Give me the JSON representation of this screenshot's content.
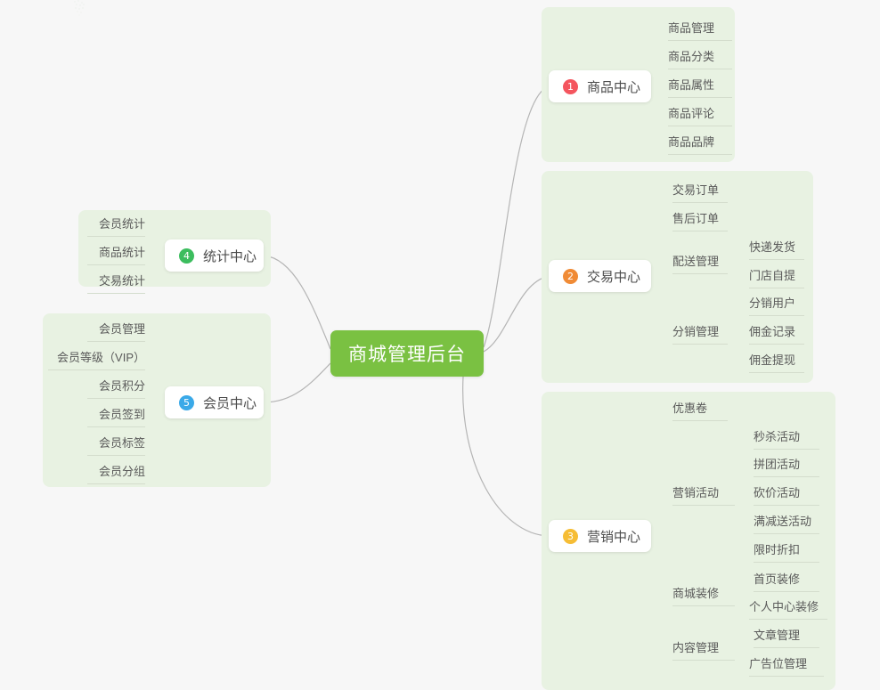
{
  "diagram": {
    "type": "mind-map",
    "root": {
      "label": "商城管理后台",
      "color": "#7ac142"
    },
    "background": "#f7f7f7",
    "panel_color": "#e8f2e2",
    "connector_color": "#b5b5b5",
    "branches": [
      {
        "index": "1",
        "label": "商品中心",
        "badge_color": "#f4555e",
        "side": "right",
        "children": [
          {
            "label": "商品管理"
          },
          {
            "label": "商品分类"
          },
          {
            "label": "商品属性"
          },
          {
            "label": "商品评论"
          },
          {
            "label": "商品品牌"
          }
        ]
      },
      {
        "index": "2",
        "label": "交易中心",
        "badge_color": "#f08b36",
        "side": "right",
        "children": [
          {
            "label": "交易订单"
          },
          {
            "label": "售后订单"
          },
          {
            "label": "配送管理",
            "children": [
              {
                "label": "快递发货"
              },
              {
                "label": "门店自提"
              }
            ]
          },
          {
            "label": "分销管理",
            "children": [
              {
                "label": "分销用户"
              },
              {
                "label": "佣金记录"
              },
              {
                "label": "佣金提现"
              }
            ]
          }
        ]
      },
      {
        "index": "3",
        "label": "营销中心",
        "badge_color": "#f6bd35",
        "side": "right",
        "children": [
          {
            "label": "优惠卷"
          },
          {
            "label": "营销活动",
            "children": [
              {
                "label": "秒杀活动"
              },
              {
                "label": "拼团活动"
              },
              {
                "label": "砍价活动"
              },
              {
                "label": "满减送活动"
              },
              {
                "label": "限时折扣"
              }
            ]
          },
          {
            "label": "商城装修",
            "children": [
              {
                "label": "首页装修"
              },
              {
                "label": "个人中心装修"
              }
            ]
          },
          {
            "label": "内容管理",
            "children": [
              {
                "label": "文章管理"
              },
              {
                "label": "广告位管理"
              }
            ]
          }
        ]
      },
      {
        "index": "4",
        "label": "统计中心",
        "badge_color": "#3cbd5e",
        "side": "left",
        "children": [
          {
            "label": "会员统计"
          },
          {
            "label": "商品统计"
          },
          {
            "label": "交易统计"
          }
        ]
      },
      {
        "index": "5",
        "label": "会员中心",
        "badge_color": "#3aa9e8",
        "side": "left",
        "children": [
          {
            "label": "会员管理"
          },
          {
            "label": "会员等级（VIP）"
          },
          {
            "label": "会员积分"
          },
          {
            "label": "会员签到"
          },
          {
            "label": "会员标签"
          },
          {
            "label": "会员分组"
          }
        ]
      }
    ]
  }
}
